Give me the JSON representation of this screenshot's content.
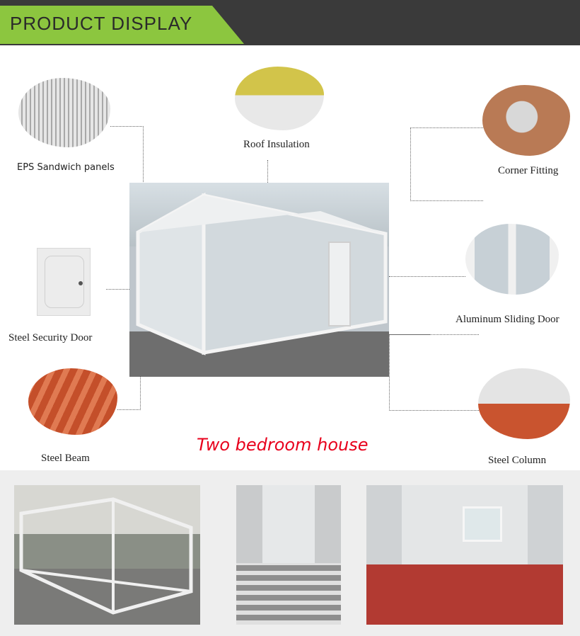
{
  "header": {
    "title": "PRODUCT DISPLAY"
  },
  "components": {
    "eps": "EPS Sandwich panels",
    "roof": "Roof Insulation",
    "corner": "Corner Fitting",
    "door": "Steel Security Door",
    "sliding": "Aluminum Sliding Door",
    "beam": "Steel Beam",
    "column": "Steel Column"
  },
  "main": {
    "title": "Two bedroom house"
  },
  "colors": {
    "accent": "#8cc63f",
    "header_bg": "#3a3a3a",
    "title_red": "#e8001c"
  }
}
